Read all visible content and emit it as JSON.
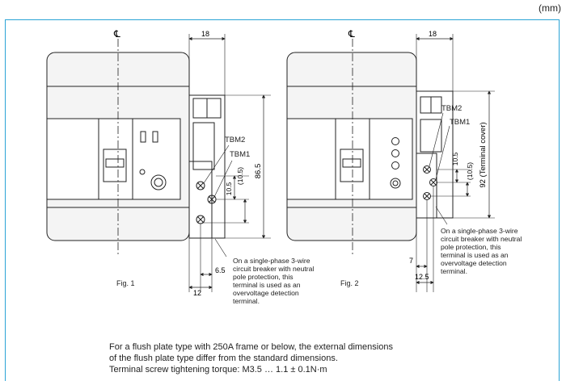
{
  "unit_label": "(mm)",
  "figures": [
    {
      "caption": "Fig. 1",
      "centerline_symbol": "℄",
      "terminal_labels": [
        "TBM2",
        "TBM1"
      ],
      "dimensions": {
        "top_width": "18",
        "height": "86.5",
        "v1": "10.5",
        "v2": "(10.5)",
        "b1": "6.5",
        "b2": "12"
      },
      "note": [
        "On a single-phase 3-wire",
        "circuit breaker with neutral",
        "pole protection, this",
        "terminal is used as an",
        "overvoltage detection",
        "terminal."
      ]
    },
    {
      "caption": "Fig. 2",
      "centerline_symbol": "℄",
      "terminal_labels": [
        "TBM2",
        "TBM1"
      ],
      "dimensions": {
        "top_width": "18",
        "height": "92 (Terminal cover)",
        "v1": "10.5",
        "v2": "(10.5)",
        "b1": "7",
        "b2": "12.5"
      },
      "note": [
        "On a single-phase 3-wire",
        "circuit breaker with neutral",
        "pole protection, this",
        "terminal is used as an",
        "overvoltage detection",
        "terminal."
      ]
    }
  ],
  "footnotes": [
    "For a flush plate type with 250A frame or below, the external dimensions",
    "of the flush plate type differ from the standard dimensions.",
    "Terminal screw tightening torque: M3.5 … 1.1 ± 0.1N·m"
  ],
  "colors": {
    "frame_border": "#2aa3d6",
    "line": "#222222",
    "panel_fill": "#f4f4f4"
  }
}
